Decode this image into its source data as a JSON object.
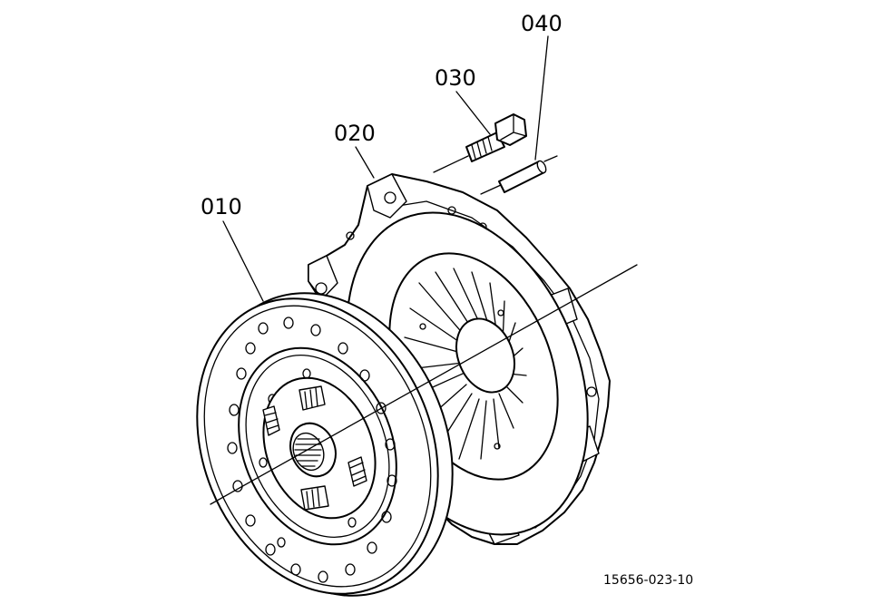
{
  "labels": {
    "clutch_disc": "010",
    "pressure_plate": "020",
    "bolt": "030",
    "pin": "040"
  },
  "drawing_number": "15656-023-10"
}
